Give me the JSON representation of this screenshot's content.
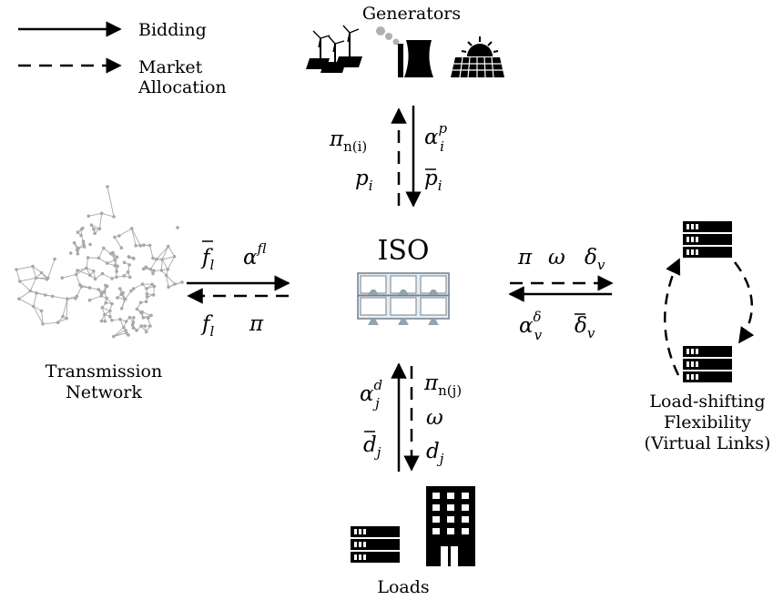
{
  "legend": {
    "bidding": "Bidding",
    "market_line1": "Market",
    "market_line2": "Allocation"
  },
  "nodes": {
    "generators": "Generators",
    "iso": "ISO",
    "transmission_line1": "Transmission",
    "transmission_line2": "Network",
    "flex_line1": "Load-shifting",
    "flex_line2": "Flexibility",
    "flex_line3": "(Virtual Links)",
    "loads": "Loads"
  },
  "symbols": {
    "pi": "π",
    "alpha": "α",
    "omega": "ω",
    "delta": "δ",
    "p": "p",
    "d": "d",
    "f": "f",
    "sub_ni": "n(i)",
    "sub_nj": "n(j)",
    "sub_i": "i",
    "sub_j": "j",
    "sub_l": "l",
    "sub_v": "v",
    "sup_p": "p",
    "sup_f": "f",
    "sup_d": "d",
    "sup_delta": "δ"
  },
  "colors": {
    "ink": "#000000",
    "network_gray": "#a8a8a8",
    "iso_panel": "#dfe6ee",
    "iso_support": "#8fa4b0"
  }
}
